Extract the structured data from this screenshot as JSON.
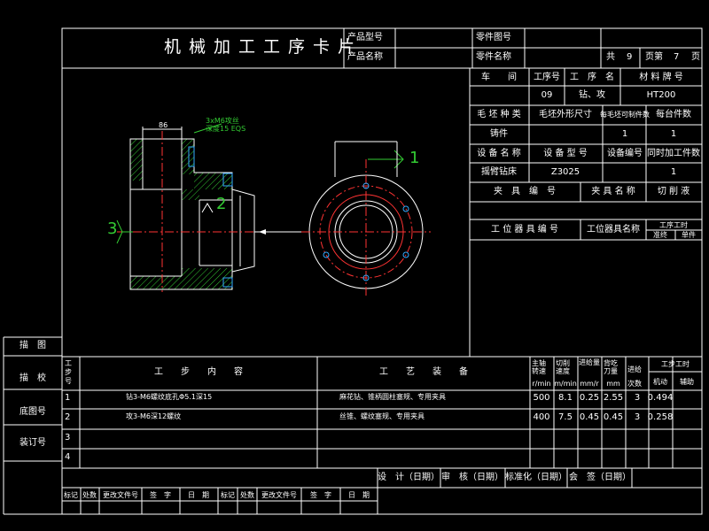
{
  "header": {
    "title": "机械加工工序卡片",
    "product_model_label": "产品型号",
    "product_name_label": "产品名称",
    "part_drawing_label": "零件图号",
    "part_name_label": "零件名称",
    "total_label": "共",
    "total_pages": "9",
    "page_label": "页第",
    "page_number": "7",
    "page_suffix": "页"
  },
  "info": {
    "workshop_label": "车　　间",
    "op_no_label": "工序号",
    "op_name_label": "工　序　名",
    "material_label": "材 料 牌 号",
    "op_no": "09",
    "op_name": "钻、攻",
    "material": "HT200",
    "blank_type_label": "毛 坯 种 类",
    "blank_size_label": "毛坯外形尺寸",
    "blank_parts_label": "每毛坯可制件数",
    "parts_per_unit_label": "每台件数",
    "blank_type": "铸件",
    "blank_parts": "1",
    "parts_per_unit": "1",
    "equipment_name_label": "设 备 名 称",
    "equipment_model_label": "设 备 型 号",
    "equipment_no_label": "设备编号",
    "simultaneous_label": "同时加工件数",
    "equipment_name": "摇臂钻床",
    "equipment_model": "Z3025",
    "simultaneous": "1",
    "fixture_no_label": "夹　具　编　号",
    "fixture_name_label": "夹 具 名 称",
    "coolant_label": "切 削 液",
    "station_tool_no_label": "工 位 器 具 编 号",
    "station_tool_name_label": "工位器具名称",
    "op_time_label": "工序工时",
    "prep_end_label": "准终",
    "per_piece_label": "单件"
  },
  "drawing": {
    "dim_top": "86",
    "annotation_1": "3xM6攻丝",
    "annotation_2": "深度15 EQS",
    "datum_1": "1",
    "datum_2": "2",
    "datum_3": "3"
  },
  "side_labels": [
    "描　图",
    "描　校",
    "底图号",
    "装订号"
  ],
  "steps_table": {
    "step_no_header": "工步号",
    "content_header": "工　　步　　内　　容",
    "equipment_header": "工　　艺　　装　　备",
    "speed_header": "主轴转速",
    "speed_unit": "r/min",
    "cut_speed_header": "切削速度",
    "cut_speed_unit": "m/min",
    "feed_header": "进给量",
    "feed_unit": "mm/r",
    "depth_header": "背吃刀量",
    "depth_unit": "mm",
    "passes_header": "进给次数",
    "time_header": "工步工时",
    "machine_time_header": "机动",
    "aux_time_header": "辅助",
    "rows": [
      {
        "no": "1",
        "content": "钻3-M6螺纹底孔Φ5.1深15",
        "equipment": "麻花钻、锥柄圆柱塞规、专用夹具",
        "speed": "500",
        "cut_speed": "8.1",
        "feed": "0.25",
        "depth": "2.55",
        "passes": "3",
        "machine_time": "0.494",
        "aux_time": ""
      },
      {
        "no": "2",
        "content": "攻3-M6深12螺纹",
        "equipment": "丝锥、螺纹塞规、专用夹具",
        "speed": "400",
        "cut_speed": "7.5",
        "feed": "0.45",
        "depth": "0.45",
        "passes": "3",
        "machine_time": "0.258",
        "aux_time": ""
      },
      {
        "no": "3",
        "content": "",
        "equipment": "",
        "speed": "",
        "cut_speed": "",
        "feed": "",
        "depth": "",
        "passes": "",
        "machine_time": "",
        "aux_time": ""
      },
      {
        "no": "4",
        "content": "",
        "equipment": "",
        "speed": "",
        "cut_speed": "",
        "feed": "",
        "depth": "",
        "passes": "",
        "machine_time": "",
        "aux_time": ""
      }
    ]
  },
  "signatures": {
    "design_label": "设　计（日期）",
    "review_label": "审　核（日期）",
    "standard_label": "标准化（日期）",
    "countersign_label": "会　签（日期）",
    "mark_label": "标记",
    "count_label": "处数",
    "change_doc_label": "更改文件号",
    "sign_label": "签　字",
    "date_label": "日　期"
  },
  "colors": {
    "background": "#000000",
    "lines": "#ffffff",
    "text": "#ffffff",
    "part_outline": "#ffffff",
    "hatch": "#33cc33",
    "centerline": "#ff3333",
    "hole_marks": "#33aaff",
    "datum_symbol": "#33cc33"
  }
}
